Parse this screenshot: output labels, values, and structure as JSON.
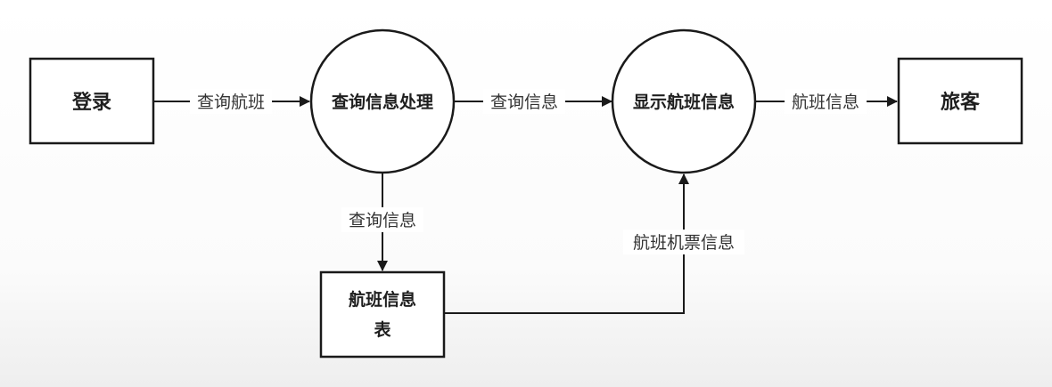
{
  "nodes": {
    "login": "登录",
    "query_process": "查询信息处理",
    "display_flight": "显示航班信息",
    "passenger": "旅客",
    "flight_table_line1": "航班信息",
    "flight_table_line2": "表"
  },
  "edges": {
    "login_to_query": "查询航班",
    "query_to_display": "查询信息",
    "display_to_passenger": "航班信息",
    "query_to_table": "查询信息",
    "table_to_display": "航班机票信息"
  }
}
